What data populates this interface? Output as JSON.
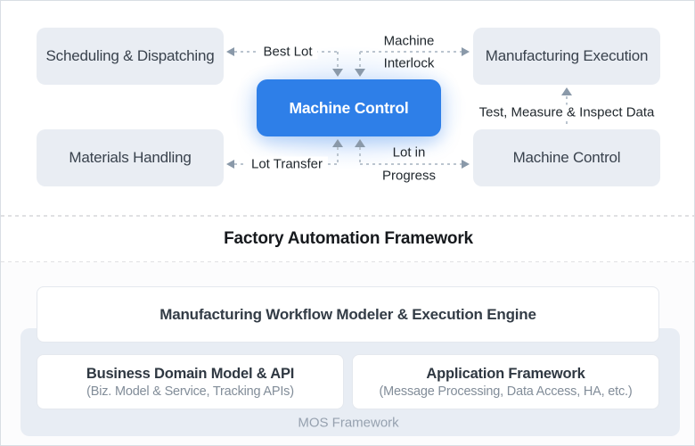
{
  "top": {
    "boxes": {
      "scheduling": "Scheduling & Dispatching",
      "manufacturing_execution": "Manufacturing Execution",
      "materials_handling": "Materials Handling",
      "machine_control": "Machine Control"
    },
    "center": "Machine Control",
    "labels": {
      "best_lot": "Best Lot",
      "machine_interlock_1": "Machine",
      "machine_interlock_2": "Interlock",
      "lot_transfer": "Lot Transfer",
      "lot_in_progress_1": "Lot in",
      "lot_in_progress_2": "Progress",
      "test_measure": "Test, Measure & Inspect Data"
    }
  },
  "middle": {
    "title": "Factory Automation Framework"
  },
  "bottom": {
    "engine": "Manufacturing Workflow Modeler & Execution Engine",
    "business": {
      "title": "Business Domain Model & API",
      "subtitle": "(Biz. Model & Service, Tracking APIs)"
    },
    "application": {
      "title": "Application Framework",
      "subtitle": "(Message Processing, Data Access, HA, etc.)"
    },
    "framework": "MOS Framework"
  },
  "colors": {
    "accent_blue": "#2E7FE8",
    "box_fill": "#E9EDF3",
    "framework_fill": "#E8EDF4",
    "arrow": "#8A99A9",
    "dash": "#BBC5CF"
  }
}
